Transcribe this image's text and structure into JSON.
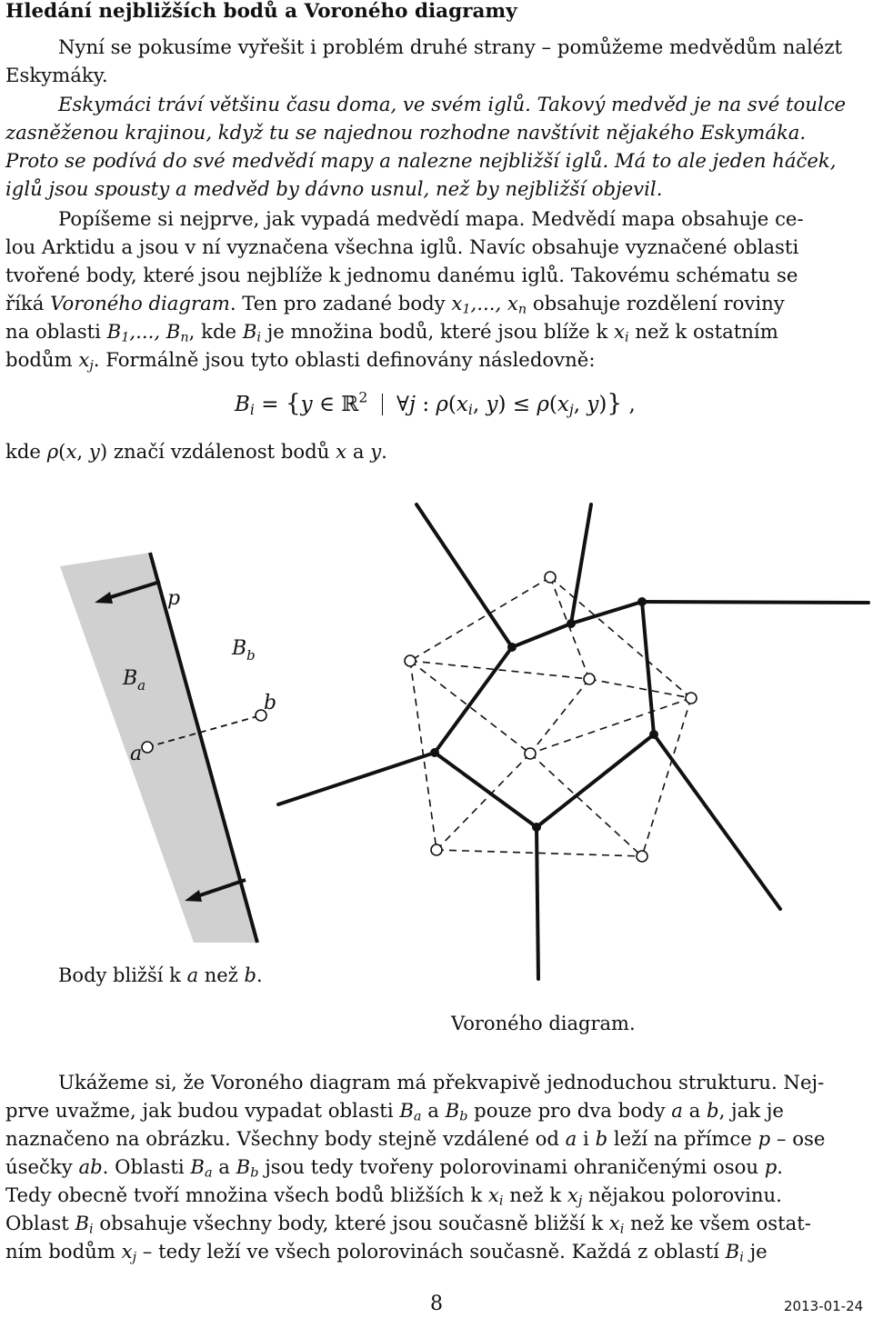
{
  "heading": "Hledání nejbližších bodů a Voroného diagramy",
  "intro": {
    "l1": "Nyní se pokusíme vyřešit i problém druhé strany – pomůžeme medvědům nalézt",
    "l2": "Eskymáky."
  },
  "story": {
    "l1": "Eskymáci tráví většinu času doma, ve svém iglů. Takový medvěd je na své toulce",
    "l2": "zasněženou krajinou, když tu se najednou rozhodne navštívit nějakého Eskymáka.",
    "l3": "Proto se podívá do své medvědí mapy a nalezne nejbližší iglů. Má to ale jeden háček,",
    "l4": "iglů jsou spousty a medvěd by dávno usnul, než by nejbližší objevil."
  },
  "body1": {
    "l1": "Popíšeme si nejprve, jak vypadá medvědí mapa. Medvědí mapa obsahuje ce-",
    "l2": "lou Arktidu a jsou v ní vyznačena všechna iglů. Navíc obsahuje vyznačené oblasti",
    "l3": "tvořené body, které jsou nejblíže k jednomu danému iglů. Takovému schématu se",
    "l4_a": "říká ",
    "l4_em": "Voroného diagram",
    "l4_b": ". Ten pro zadané body ",
    "l4_c": " obsahuje rozdělení roviny",
    "l5_a": "na oblasti ",
    "l5_b": ", kde ",
    "l5_c": " je množina bodů, které jsou blíže k ",
    "l5_d": " než k ostatním",
    "l6_a": "bodům ",
    "l6_b": ". Formálně jsou tyto oblasti definovány následovně:"
  },
  "after_formula": {
    "a": "kde ",
    "b": " značí vzdálenost bodů ",
    "c": " a ",
    "d": "."
  },
  "figure1": {
    "caption": "Body bližší k a než b.",
    "label_p": "p",
    "label_Ba": "B",
    "label_Ba_sub": "a",
    "label_Bb": "B",
    "label_Bb_sub": "b",
    "label_a": "a",
    "label_b": "b"
  },
  "figure2": {
    "caption": "Voroného diagram."
  },
  "body2": {
    "l1": "Ukážeme si, že Voroného diagram má překvapivě jednoduchou strukturu. Nej-",
    "l2_a": "prve uvažme, jak budou vypadat oblasti ",
    "l2_b": " a ",
    "l2_c": " pouze pro dva body ",
    "l2_d": " a ",
    "l2_e": ", jak je",
    "l3_a": "naznačeno na obrázku. Všechny body stejně vzdálené od ",
    "l3_b": " i ",
    "l3_c": " leží na přímce ",
    "l3_d": " – ose",
    "l4_a": "úsečky ",
    "l4_b": ". Oblasti ",
    "l4_c": " a ",
    "l4_d": " jsou tedy tvořeny polorovinami ohraničenými osou ",
    "l4_e": ".",
    "l5_a": "Tedy obecně tvoří množina všech bodů bližších k ",
    "l5_b": " než k ",
    "l5_c": " nějakou polorovinu.",
    "l6_a": "Oblast ",
    "l6_b": " obsahuje všechny body, které jsou současně bližší k ",
    "l6_c": " než ke všem ostat-",
    "l7_a": "ním bodům ",
    "l7_b": " – tedy leží ve všech polorovinách současně. Každá z oblastí ",
    "l7_c": " je"
  },
  "footer": {
    "page_number": "8",
    "date": "2013-01-24"
  }
}
